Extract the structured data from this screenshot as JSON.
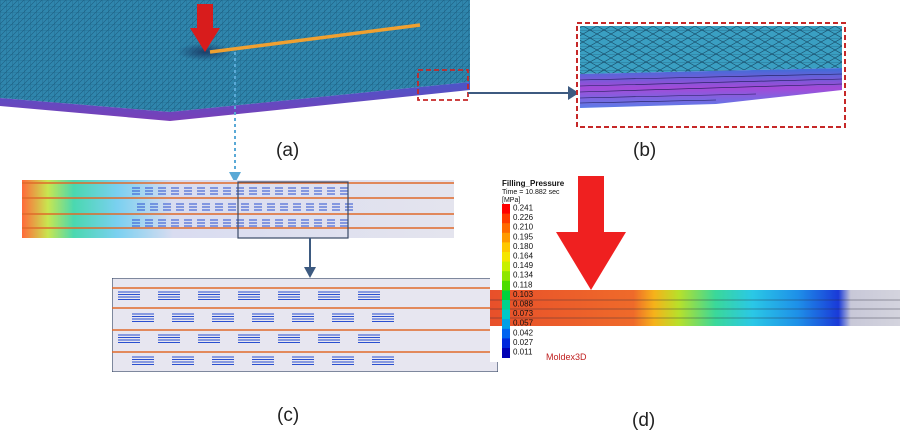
{
  "captions": {
    "a": "(a)",
    "b": "(b)",
    "c": "(c)",
    "d": "(d)"
  },
  "panel_d": {
    "title": "Filling_Pressure",
    "time": "Time = 10.882 sec",
    "unit": "[MPa]",
    "brand": "Moldex3D",
    "legend_values": [
      "0.241",
      "0.226",
      "0.210",
      "0.195",
      "0.180",
      "0.164",
      "0.149",
      "0.134",
      "0.118",
      "0.103",
      "0.088",
      "0.073",
      "0.057",
      "0.042",
      "0.027",
      "0.011"
    ],
    "legend_colors": [
      "#ff0000",
      "#ff3a00",
      "#ff6a00",
      "#ff9a00",
      "#ffc800",
      "#f5e600",
      "#c8f000",
      "#8ee600",
      "#4cdc00",
      "#00d23c",
      "#00d28c",
      "#00c8c8",
      "#00a0e6",
      "#0064f0",
      "#0028dc",
      "#0000b4"
    ],
    "arrow_color": "#ef2020"
  },
  "colors": {
    "mesh_blue": "#2d7fa8",
    "gate_orange": "#f0a030",
    "callout_red": "#c62828",
    "callout_arrow": "#3d5a80",
    "dotted_line": "#5aa9d6"
  }
}
